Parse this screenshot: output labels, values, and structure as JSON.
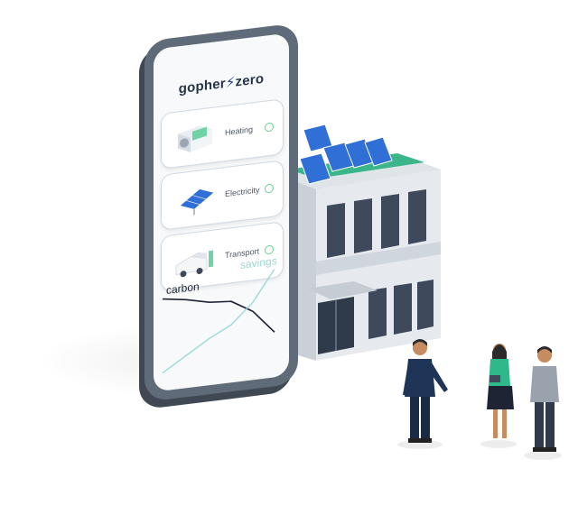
{
  "app": {
    "logo_left": "gopher",
    "logo_right": "zero"
  },
  "cards": [
    {
      "label": "Heating",
      "icon": "heat-pump-icon"
    },
    {
      "label": "Electricity",
      "icon": "solar-panel-icon"
    },
    {
      "label": "Transport",
      "icon": "electric-van-icon"
    }
  ],
  "chart": {
    "carbon_label": "carbon",
    "savings_label": "savings"
  },
  "colors": {
    "phone_frame": "#5f6b78",
    "accent_green": "#6fcf97",
    "savings_teal": "#9ad8d8",
    "carbon_line": "#1e2433",
    "solar_blue": "#2f6fd6",
    "building_grey": "#d9dee4"
  }
}
